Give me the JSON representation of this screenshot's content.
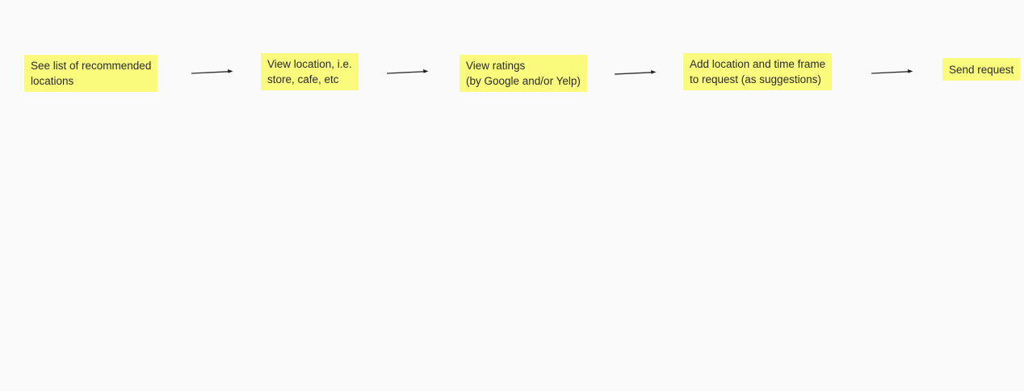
{
  "board": {
    "type": "user-flow",
    "flow": {
      "steps": [
        "See list of recommended\nlocations",
        "View location, i.e.\nstore, cafe, etc",
        "View ratings\n(by Google and/or Yelp)",
        "Add location and time frame\nto request (as suggestions)",
        "Send request"
      ],
      "connectors": [
        {
          "from_step": 1,
          "to_step": 2
        },
        {
          "from_step": 2,
          "to_step": 3
        },
        {
          "from_step": 3,
          "to_step": 4
        },
        {
          "from_step": 4,
          "to_step": 5
        }
      ]
    },
    "colors": {
      "sticky_note": "#fafa7d",
      "note_text": "#2b2b2b",
      "arrow": "#2e2e2e",
      "canvas_background": "#fafafa"
    }
  }
}
